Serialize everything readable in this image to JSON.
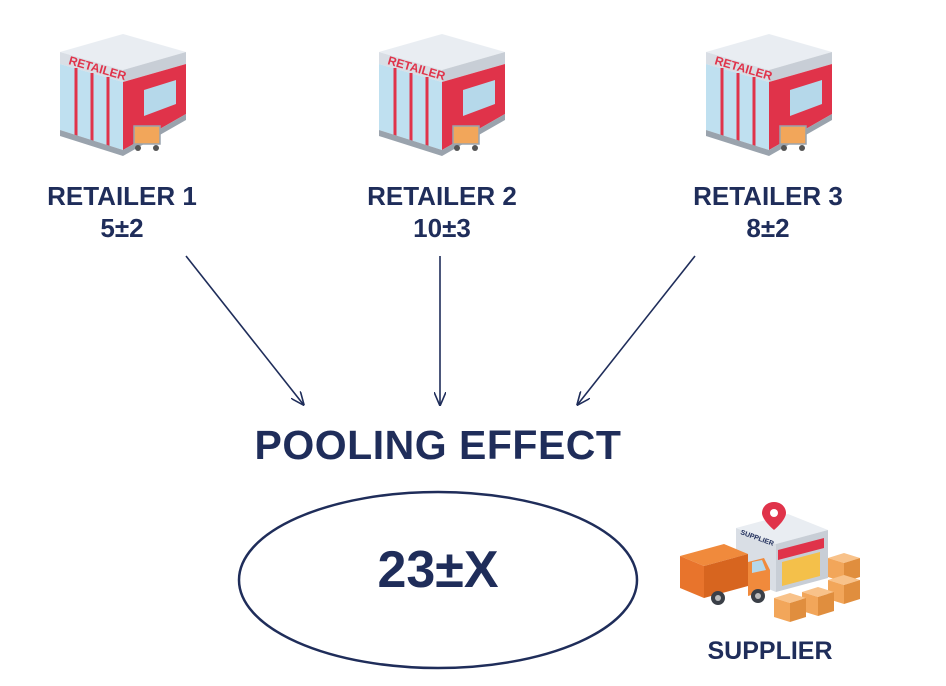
{
  "retailers": [
    {
      "sign": "RETAILER",
      "name": "RETAILER 1",
      "value": "5±2"
    },
    {
      "sign": "RETAILER",
      "name": "RETAILER 2",
      "value": "10±3"
    },
    {
      "sign": "RETAILER",
      "name": "RETAILER 3",
      "value": "8±2"
    }
  ],
  "pooling": {
    "title": "POOLING EFFECT",
    "result": "23±X"
  },
  "supplier": {
    "label": "SUPPLIER",
    "store_sign": "SUPPLIER"
  },
  "colors": {
    "navy": "#1f2d5a",
    "store_red": "#e0334a",
    "box_orange": "#f2a65a",
    "truck_orange": "#e8742c"
  }
}
